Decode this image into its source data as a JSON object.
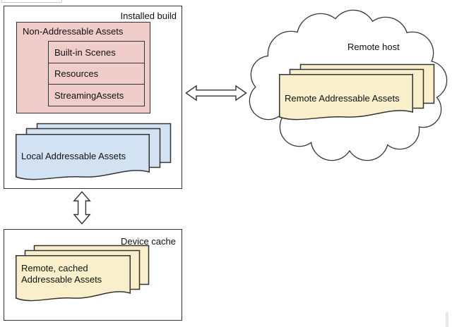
{
  "diagram": {
    "installed_build": {
      "label": "Installed build",
      "non_addressable": {
        "label": "Non-Addressable Assets",
        "items": [
          "Built-in Scenes",
          "Resources",
          "StreamingAssets"
        ]
      },
      "local_assets_label": "Local Addressable Assets"
    },
    "remote_host": {
      "label": "Remote host",
      "remote_assets_label": "Remote Addressable Assets"
    },
    "device_cache": {
      "label": "Device cache",
      "cached_assets_label": "Remote, cached\nAddressable Assets"
    },
    "icons": {
      "horizontal_arrow": "double-headed-sync-arrow",
      "vertical_arrow": "double-headed-sync-arrow",
      "cloud": "cloud-shape",
      "document_stack": "stacked-documents"
    },
    "colors": {
      "non_addressable_fill": "#f0cccb",
      "local_assets_fill": "#d2e2f3",
      "remote_assets_fill": "#f9f0cb",
      "outline": "#333333",
      "text": "#111111",
      "artifact_gray": "#c9c9c9"
    }
  }
}
